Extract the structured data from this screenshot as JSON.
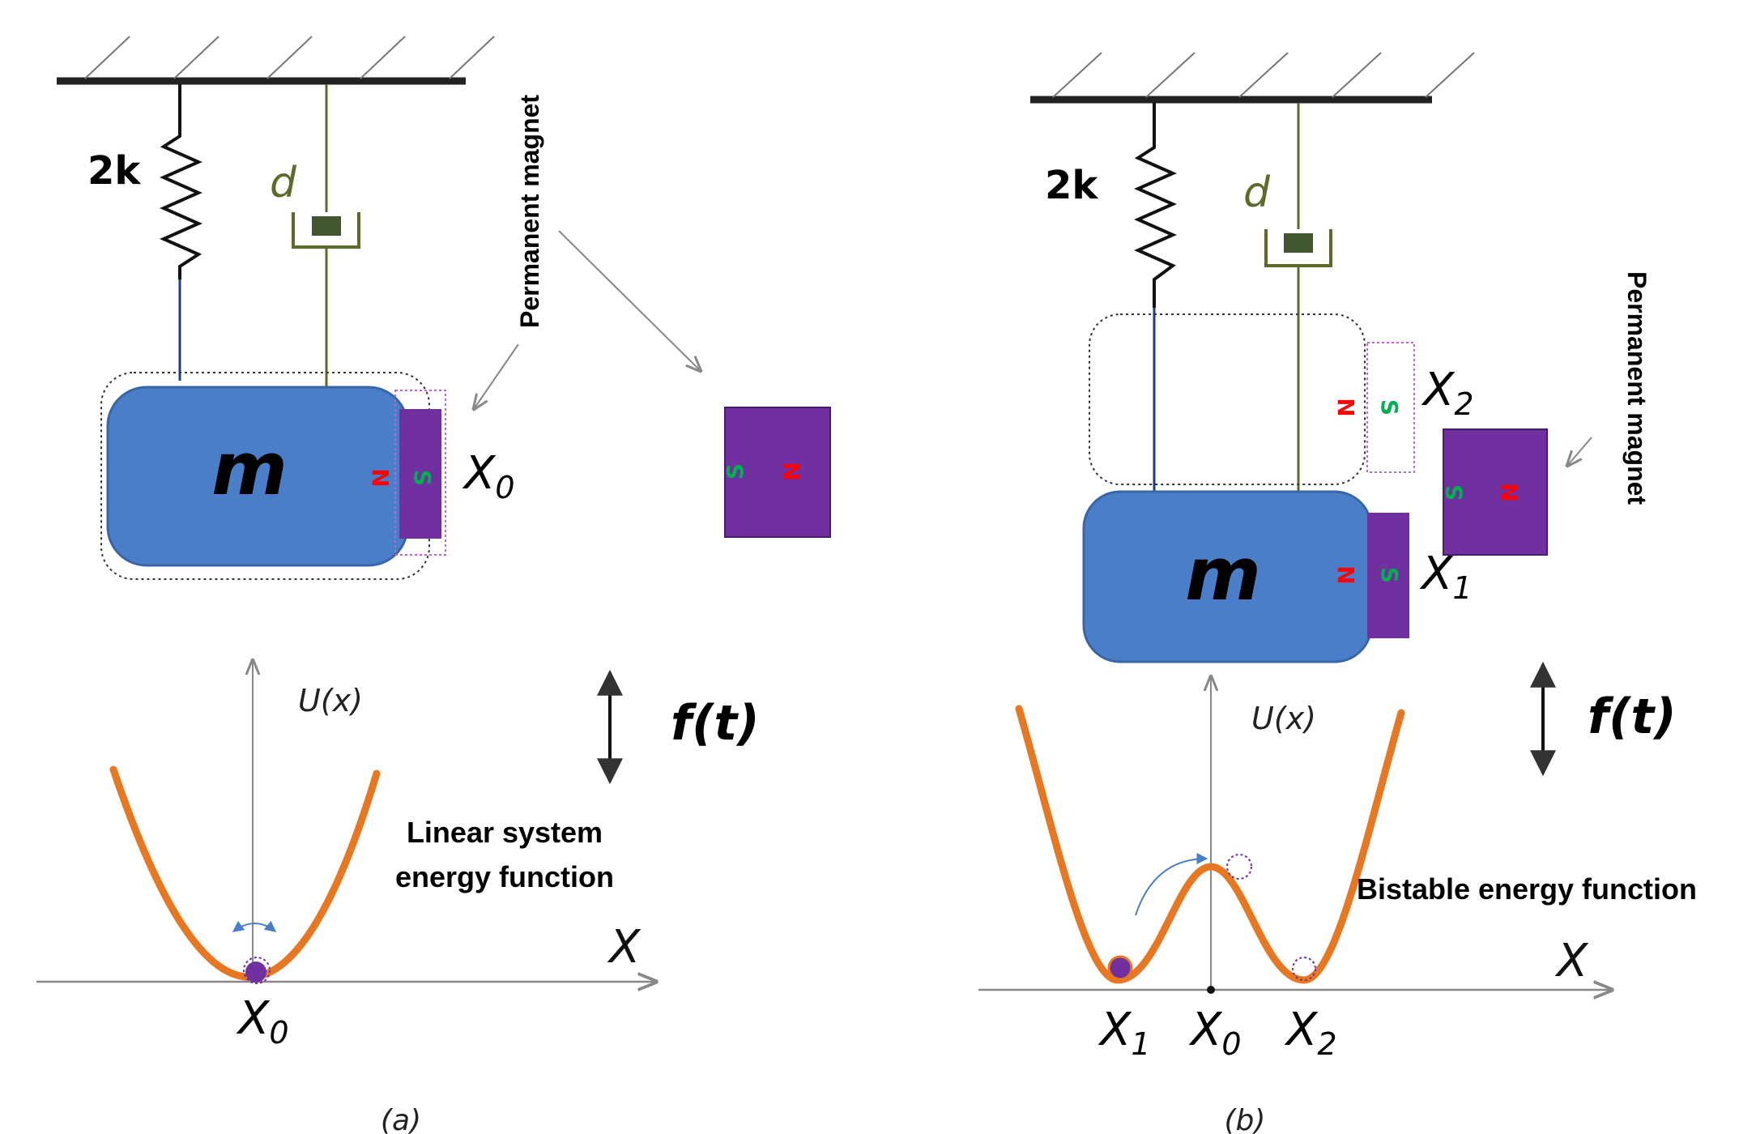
{
  "panel_a": {
    "spring_label": "2k",
    "damper_label": "d",
    "mass_label": "m",
    "magnet_label": "Permanent magnet",
    "pole_n": "N",
    "pole_s": "S",
    "position_x0": "X0",
    "ylabel": "U(x)",
    "xlabel": "X",
    "force_label": "f(t)",
    "energy_text_line1": "Linear system",
    "energy_text_line2": "energy function",
    "tick_x0": "X0",
    "caption": "(a)"
  },
  "panel_b": {
    "spring_label": "2k",
    "damper_label": "d",
    "mass_label": "m",
    "magnet_label": "Permanent magnet",
    "pole_n": "N",
    "pole_s": "S",
    "position_x1": "X1",
    "position_x2": "X2",
    "ylabel": "U(x)",
    "xlabel": "X",
    "force_label": "f(t)",
    "energy_text": "Bistable energy function",
    "tick_x1": "X1",
    "tick_x0": "X0",
    "tick_x2": "X2",
    "caption": "(b)"
  },
  "colors": {
    "mass_fill": "#4a7ec8",
    "magnet_fill": "#7030a0",
    "curve": "#e87722",
    "damper": "#5b6b2a",
    "pole_n": "#ff0000",
    "pole_s": "#00b050",
    "ball": "#7030a0"
  }
}
